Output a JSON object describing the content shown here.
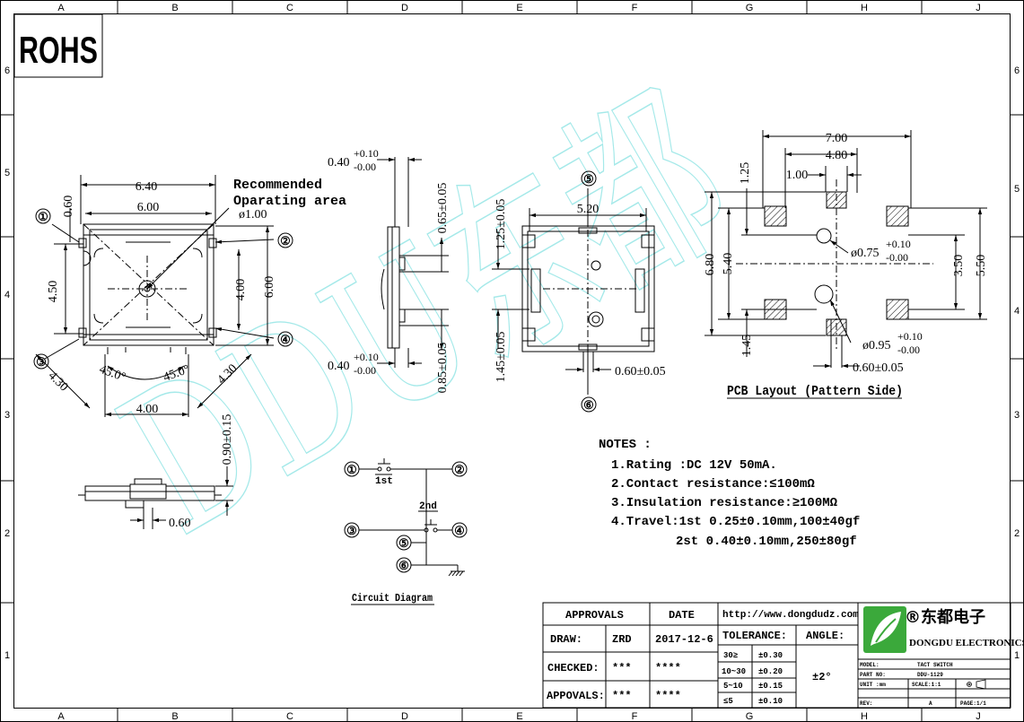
{
  "rohs": "ROHS",
  "watermark": "DDU东都",
  "frame": {
    "cols": [
      "A",
      "B",
      "C",
      "D",
      "E",
      "F",
      "G",
      "H",
      "J"
    ],
    "rows": [
      "6",
      "5",
      "4",
      "3",
      "2",
      "1"
    ]
  },
  "top_view": {
    "dims": {
      "w_outer": "6.40",
      "w_inner": "6.00",
      "left_pad": "0.60",
      "height_left": "4.50",
      "height_inner": "4.00",
      "height_outer": "6.00",
      "diag_left": "4.30",
      "diag_right": "4.30",
      "angle_left": "45.0°",
      "angle_right": "45.0°",
      "bottom_w": "4.00"
    },
    "note_line1": "Recommended",
    "note_line2": "Oparating area",
    "note_dia": "ø1.00"
  },
  "side_view": {
    "top_tol": "0.40",
    "top_plus": "+0.10",
    "top_minus": "-0.00",
    "bot_tol": "0.40",
    "bot_plus": "+0.10",
    "bot_minus": "-0.00",
    "dim_upper": "0.65±0.05",
    "dim_lower": "0.85±0.05"
  },
  "bottom_view": {
    "width": "5.20",
    "upper": "1.25±0.05",
    "lower": "1.45±0.05",
    "pin": "0.60±0.05"
  },
  "front_view": {
    "height": "0.90±0.15",
    "pin": "0.60"
  },
  "pcb": {
    "title": "PCB Layout (Pattern Side)",
    "w_total": "7.00",
    "w_inner": "4.80",
    "pad_w": "1.00",
    "top_h": "1.25",
    "h_total": "6.80",
    "h_inner": "5.40",
    "bottom_h": "1.45",
    "right_inner": "3.50",
    "right_outer": "5.50",
    "hole1": "ø0.75",
    "hole1_plus": "+0.10",
    "hole1_minus": "-0.00",
    "hole2": "ø0.95",
    "hole2_plus": "+0.10",
    "hole2_minus": "-0.00",
    "pin": "0.60±0.05"
  },
  "pins": [
    "①",
    "②",
    "③",
    "④",
    "⑤",
    "⑥"
  ],
  "circuit": {
    "label_1st": "1st",
    "label_2nd": "2nd",
    "title": "Circuit Diagram"
  },
  "notes": {
    "header": "NOTES :",
    "items": [
      "1.Rating :DC 12V 50mA.",
      "2.Contact resistance:≤100mΩ",
      "3.Insulation resistance:≥100MΩ",
      "4.Travel:1st 0.25±0.10mm,100±40gf",
      "2st 0.40±0.10mm,250±80gf"
    ]
  },
  "title_block": {
    "approvals": "APPROVALS",
    "date": "DATE",
    "website": "http://www.dongdudz.com",
    "draw_label": "DRAW:",
    "draw_name": "ZRD",
    "draw_date": "2017-12-6",
    "checked_label": "CHECKED:",
    "checked_name": "***",
    "checked_date": "****",
    "appovals_label": "APPOVALS:",
    "appovals_name": "***",
    "appovals_date": "****",
    "tolerance": "TOLERANCE:",
    "angle": "ANGLE:",
    "angle_val": "±2°",
    "tol_rows": [
      {
        "range": "30≥",
        "val": "±0.30"
      },
      {
        "range": "10~30",
        "val": "±0.20"
      },
      {
        "range": "5~10",
        "val": "±0.15"
      },
      {
        "range": "≤5",
        "val": "±0.10"
      }
    ],
    "company_cn": "®东都电子",
    "company_en": "DONGDU ELECTRONICS",
    "model_label": "MODEL:",
    "model_val": "TACT SWITCH",
    "partno_label": "PART NO:",
    "partno_val": "DDU-1129",
    "unit_label": "UNIT :mm",
    "scale": "SCALE:1:1",
    "rev_label": "REV:",
    "rev_val": "A",
    "page": "PAGE:1/1"
  }
}
